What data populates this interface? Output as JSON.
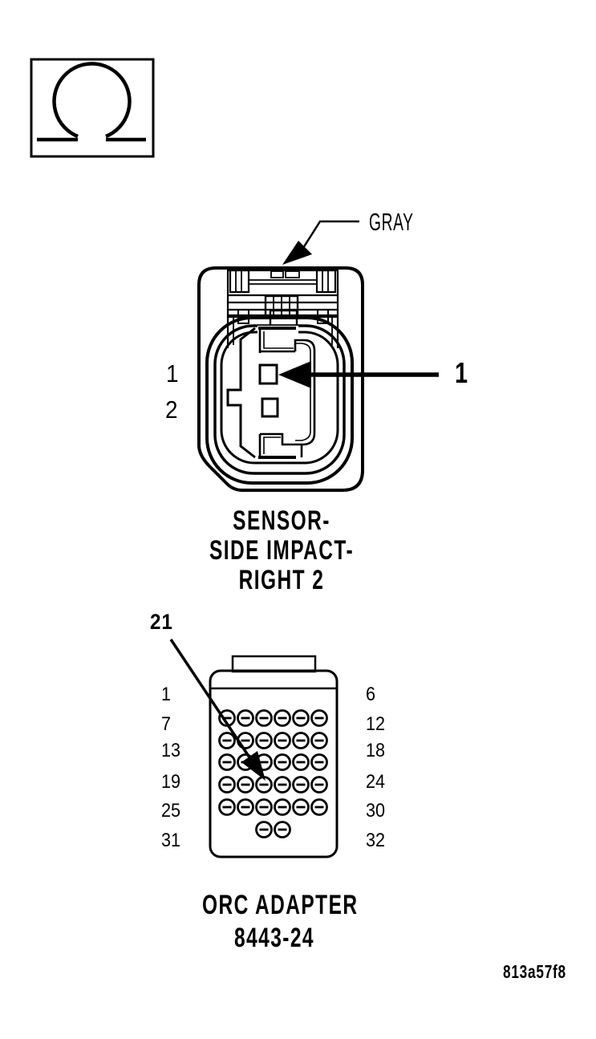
{
  "page": {
    "background": "#ffffff",
    "line_color": "#000000"
  },
  "resistance_symbol": {
    "glyph": "omega"
  },
  "sensor_connector": {
    "color_callout": "GRAY",
    "left_pin_labels": [
      "1",
      "2"
    ],
    "pin_callout": "1",
    "caption_lines": [
      "SENSOR-",
      "SIDE IMPACT-",
      "RIGHT 2"
    ]
  },
  "orc_adapter": {
    "pin_callout": "21",
    "left_pin_labels": [
      "1",
      "7",
      "13",
      "19",
      "25",
      "31"
    ],
    "right_pin_labels": [
      "6",
      "12",
      "18",
      "24",
      "30",
      "32"
    ],
    "pin_rows": [
      6,
      6,
      6,
      6,
      6,
      2
    ],
    "total_pins": 32,
    "caption_lines": [
      "ORC ADAPTER",
      "8443-24"
    ]
  },
  "footer_code": "813a57f8"
}
